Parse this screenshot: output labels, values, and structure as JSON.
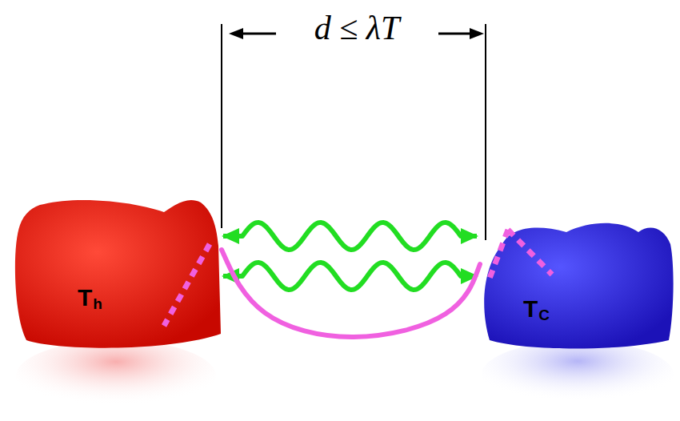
{
  "diagram": {
    "nodes": [
      {
        "text": [
          "Th"
        ]
      },
      {
        "text": [
          "TC"
        ]
      }
    ],
    "edges": [
      {
        "from": 0,
        "to": 1,
        "arrow": "both"
      },
      {
        "from": 0,
        "to": 1,
        "arrow": "both"
      },
      {
        "from": 0,
        "to": 1,
        "arrow": "none"
      }
    ],
    "labels": [
      "d ≤ λT"
    ]
  }
}
